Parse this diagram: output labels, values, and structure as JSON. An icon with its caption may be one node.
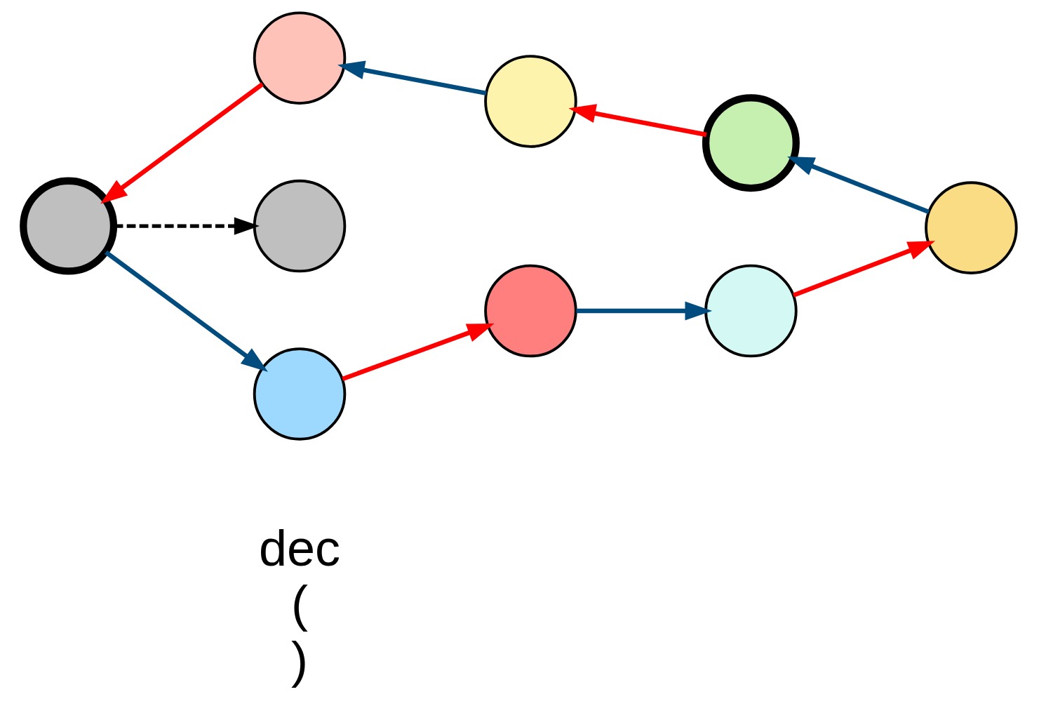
{
  "diagram": {
    "nodes": [
      {
        "text": [
          "dec",
          "(",
          ")"
        ]
      },
      {
        "text": [],
        "shape": "circle"
      },
      {
        "text": [],
        "shape": "circle"
      },
      {
        "text": [],
        "shape": "circle"
      },
      {
        "text": [],
        "shape": "circle"
      },
      {
        "text": [],
        "shape": "circle"
      },
      {
        "text": [],
        "shape": "circle"
      },
      {
        "text": [],
        "shape": "circle"
      },
      {
        "text": [],
        "shape": "circle"
      },
      {
        "text": [],
        "shape": "circle"
      }
    ],
    "edges": [
      {
        "from": 5,
        "to": 2,
        "arrow": "to",
        "color": "#004c7f"
      },
      {
        "from": 2,
        "to": 3,
        "arrow": "to",
        "color": "#ff0000"
      },
      {
        "from": 3,
        "to": 4,
        "arrow": "to",
        "color": "#004c7f"
      },
      {
        "from": 4,
        "to": 6,
        "arrow": "to",
        "color": "#ff0000"
      },
      {
        "from": 6,
        "to": 9,
        "arrow": "to",
        "color": "#004c7f"
      },
      {
        "from": 9,
        "to": 8,
        "arrow": "to",
        "color": "#ff0000"
      },
      {
        "from": 8,
        "to": 7,
        "arrow": "to",
        "color": "#004c7f"
      },
      {
        "from": 7,
        "to": 5,
        "arrow": "to",
        "color": "#ff0000"
      },
      {
        "from": 6,
        "to": 1,
        "arrow": "to",
        "style": "dashed",
        "color": "#000000"
      }
    ]
  }
}
